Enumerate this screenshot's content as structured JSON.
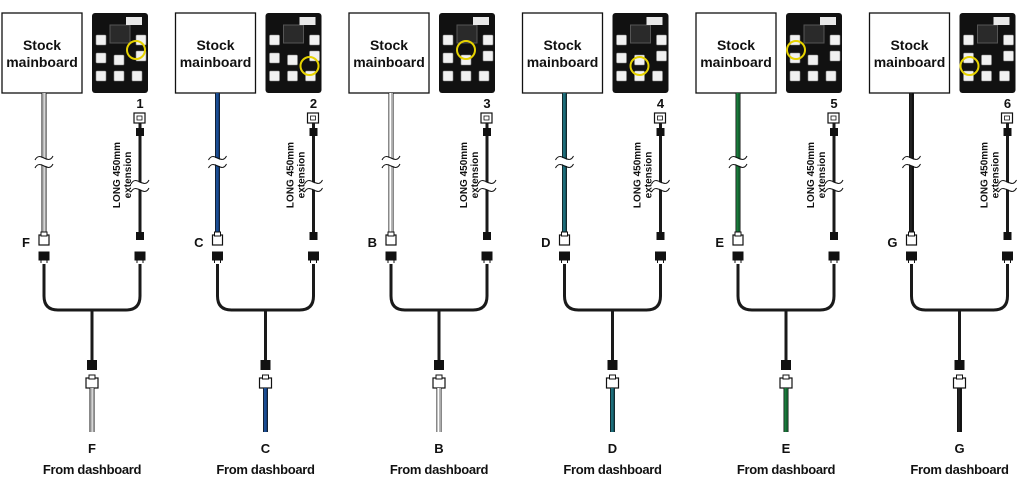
{
  "mainboard_label_line1": "Stock",
  "mainboard_label_line2": "mainboard",
  "extension_label_line1": "LONG 450mm",
  "extension_label_line2": "extension",
  "footer_label": "From dashboard",
  "panels": [
    {
      "board_number": "1",
      "top_letter": "F",
      "bottom_letter": "F",
      "cable_color": "#b9b9b9",
      "cable_stripe": "#ffffff",
      "highlight_port": "right-mid"
    },
    {
      "board_number": "2",
      "top_letter": "C",
      "bottom_letter": "C",
      "cable_color": "#1b4f95",
      "cable_stripe": "#0c2f63",
      "highlight_port": "right-bottom"
    },
    {
      "board_number": "3",
      "top_letter": "B",
      "bottom_letter": "B",
      "cable_color": "#ffffff",
      "cable_stripe": "#555555",
      "highlight_port": "center-mid"
    },
    {
      "board_number": "4",
      "top_letter": "D",
      "bottom_letter": "D",
      "cable_color": "#1e6f7c",
      "cable_stripe": "#0a3e47",
      "highlight_port": "center-bottom"
    },
    {
      "board_number": "5",
      "top_letter": "E",
      "bottom_letter": "E",
      "cable_color": "#1a7a3c",
      "cable_stripe": "#0b4a22",
      "highlight_port": "left-mid"
    },
    {
      "board_number": "6",
      "top_letter": "G",
      "bottom_letter": "G",
      "cable_color": "#222222",
      "cable_stripe": "#000000",
      "highlight_port": "left-bottom"
    }
  ],
  "colors": {
    "highlight_ring": "#e6d200",
    "black_cable": "#1a1a1a",
    "board": "#111111"
  }
}
